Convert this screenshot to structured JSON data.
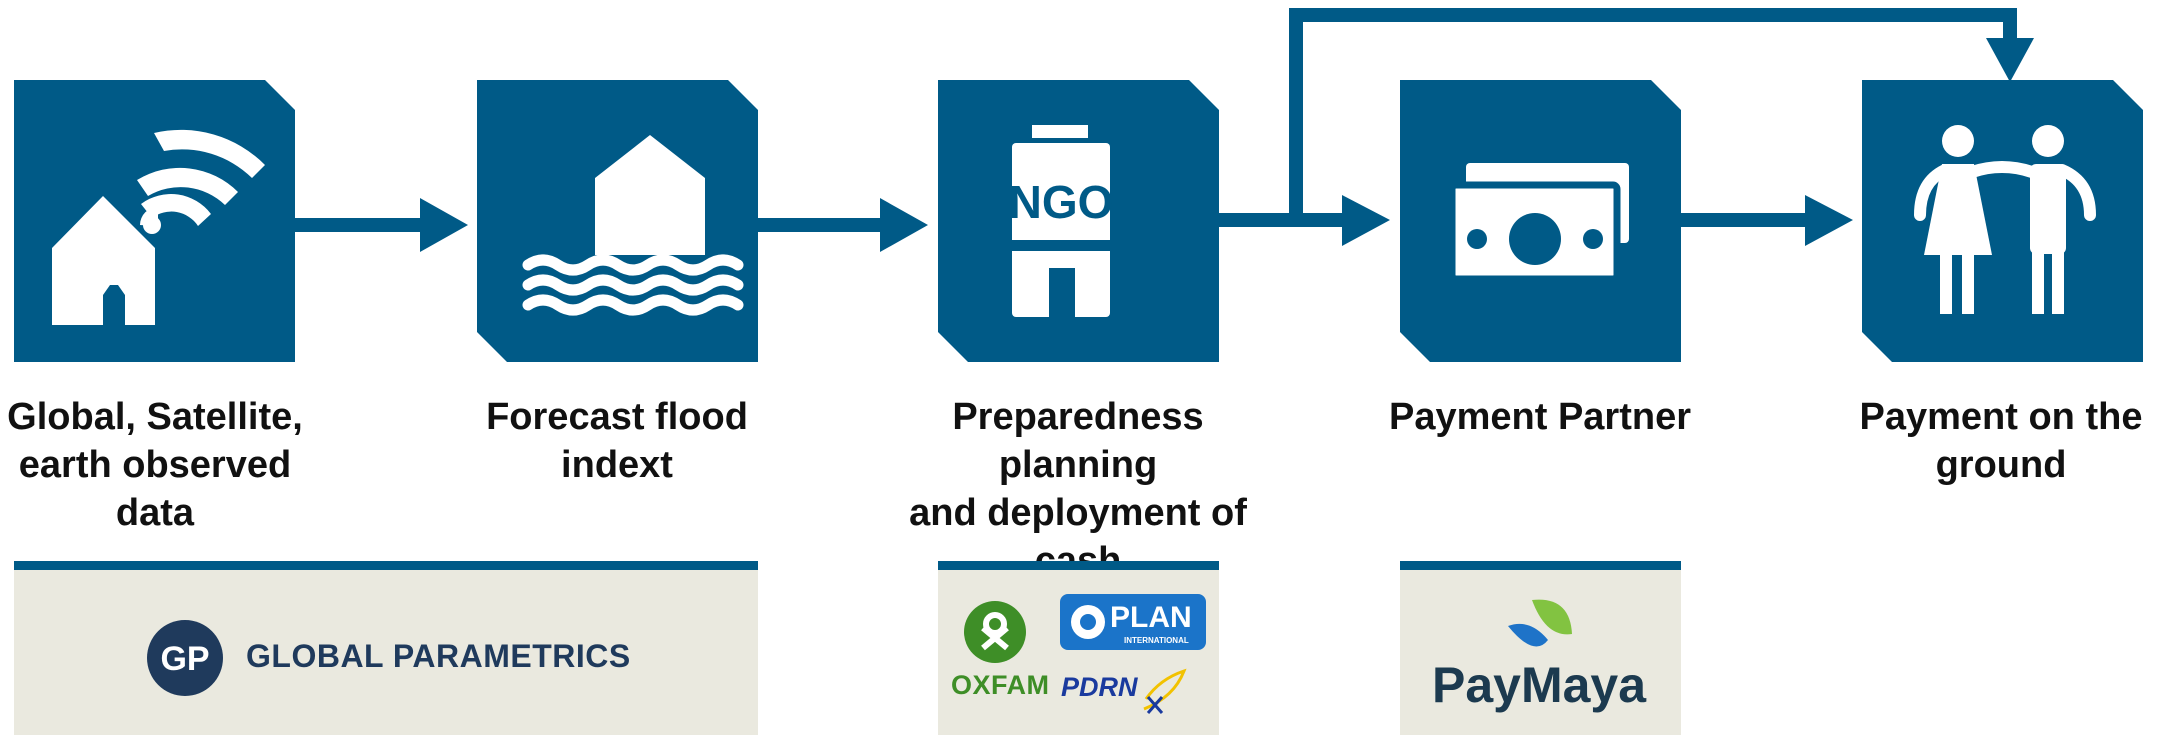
{
  "colors": {
    "primary": "#005A87",
    "panel": "#EAE9DF",
    "text": "#111111",
    "gp_navy": "#1F3A5C",
    "oxfam_green": "#3E8E27",
    "plan_blue": "#1B74C9",
    "pdrn_blue": "#1A3A9E",
    "paymaya_dark": "#1C3A4F",
    "paymaya_green": "#82C341",
    "paymaya_blue": "#1E73C8"
  },
  "steps": [
    {
      "id": "data",
      "label": "Global, Satellite,\nearth observed\ndata",
      "icon": "house-signal-icon"
    },
    {
      "id": "forecast",
      "label": "Forecast flood\nindext",
      "icon": "flooded-house-icon"
    },
    {
      "id": "preparedness",
      "label": "Preparedness planning\nand deployment of cash\nupon triggers",
      "icon": "ngo-building-icon",
      "icon_text": "NGO"
    },
    {
      "id": "payment-partner",
      "label": "Payment Partner",
      "icon": "cash-icon"
    },
    {
      "id": "payment-ground",
      "label": "Payment on the\nground",
      "icon": "people-icon"
    }
  ],
  "partners": {
    "global_parametrics": {
      "monogram": "GP",
      "name": "GLOBAL PARAMETRICS"
    },
    "ngos": {
      "oxfam": "OXFAM",
      "plan": "PLAN",
      "plan_sub": "INTERNATIONAL",
      "pdrn": "PDRN"
    },
    "paymaya": {
      "name": "PayMaya"
    }
  }
}
